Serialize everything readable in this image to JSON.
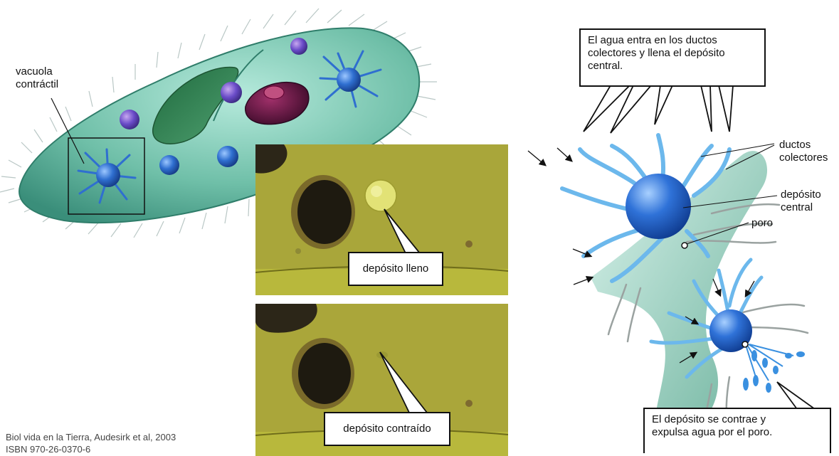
{
  "labels": {
    "vacuole": "vacuola contráctil",
    "vacuole_line1": "vacuola",
    "vacuole_line2": "contráctil",
    "ducts_line1": "ductos",
    "ducts_line2": "colectores",
    "reservoir_line1": "depósito",
    "reservoir_line2": "central",
    "pore": "poro"
  },
  "callouts": {
    "water_in_line1": "El agua entra en los ductos",
    "water_in_line2": "colectores y llena el depósito",
    "water_in_line3": "central.",
    "full": "depósito lleno",
    "contracted": "depósito contraído",
    "expel_line1": "El depósito se contrae y",
    "expel_line2": "expulsa agua por el poro."
  },
  "credit": {
    "line1": "Biol vida en la Tierra, Audesirk et al, 2003",
    "line2": "ISBN 970-26-0370-6"
  },
  "colors": {
    "cell_body": "#6fbfa8",
    "vacuole_blue": "#2f6fd0",
    "duct_blue": "#5ab0e8",
    "photo_bg": "#a8a83a"
  }
}
